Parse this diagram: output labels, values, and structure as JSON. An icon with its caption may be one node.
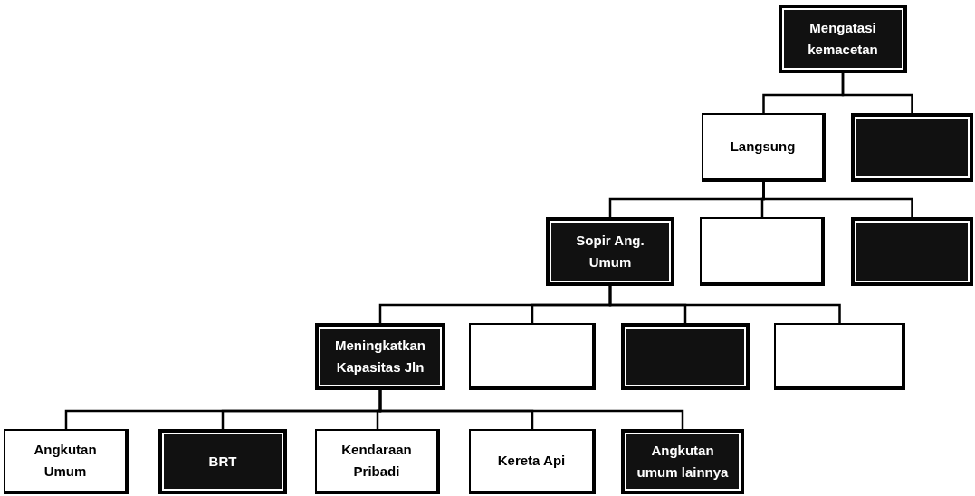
{
  "diagram": {
    "nodes": [
      {
        "text": [
          "Mengatasi kemacetan"
        ]
      },
      {
        "text": [
          "Langsung"
        ]
      },
      {
        "text": [],
        "shape": "box"
      },
      {
        "text": [
          "Sopir Ang. Umum"
        ]
      },
      {
        "text": [],
        "shape": "box"
      },
      {
        "text": [],
        "shape": "box"
      },
      {
        "text": [
          "Meningkatkan Kapasitas Jln"
        ]
      },
      {
        "text": [],
        "shape": "box"
      },
      {
        "text": [],
        "shape": "box"
      },
      {
        "text": [],
        "shape": "box"
      },
      {
        "text": [
          "Angkutan Umum"
        ]
      },
      {
        "text": [
          "BRT"
        ]
      },
      {
        "text": [
          "Kendaraan Pribadi"
        ]
      },
      {
        "text": [
          "Kereta Api"
        ]
      },
      {
        "text": [
          "Angkutan umum lainnya"
        ]
      }
    ],
    "edges": [
      {
        "from": 0,
        "to": 1,
        "arrow": "none"
      },
      {
        "from": 0,
        "to": 2,
        "arrow": "none"
      },
      {
        "from": 1,
        "to": 3,
        "arrow": "none"
      },
      {
        "from": 1,
        "to": 4,
        "arrow": "none"
      },
      {
        "from": 1,
        "to": 5,
        "arrow": "none"
      },
      {
        "from": 3,
        "to": 6,
        "arrow": "none"
      },
      {
        "from": 3,
        "to": 7,
        "arrow": "none"
      },
      {
        "from": 3,
        "to": 8,
        "arrow": "none"
      },
      {
        "from": 3,
        "to": 9,
        "arrow": "none"
      },
      {
        "from": 6,
        "to": 10,
        "arrow": "none"
      },
      {
        "from": 6,
        "to": 11,
        "arrow": "none"
      },
      {
        "from": 6,
        "to": 12,
        "arrow": "none"
      },
      {
        "from": 6,
        "to": 13,
        "arrow": "none"
      },
      {
        "from": 6,
        "to": 14,
        "arrow": "none"
      }
    ]
  }
}
